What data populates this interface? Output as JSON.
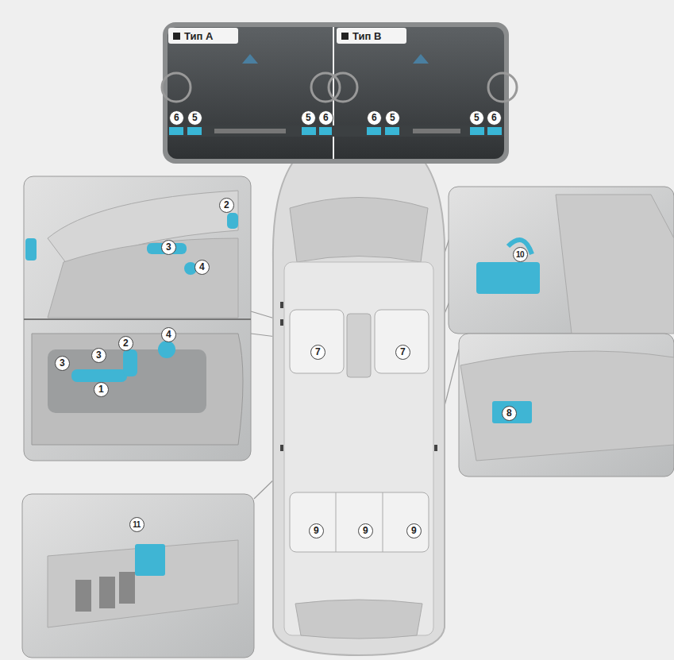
{
  "diagram": {
    "nodes": [
      {
        "text": [
          "Тип A"
        ]
      },
      {
        "text": [
          "Тип B"
        ]
      }
    ],
    "labels": [
      "6",
      "5",
      "5",
      "6",
      "6",
      "5",
      "5",
      "6",
      "2",
      "3",
      "4",
      "3",
      "3",
      "2",
      "4",
      "1",
      "7",
      "7",
      "9",
      "9",
      "9",
      "10",
      "8",
      "11"
    ]
  }
}
